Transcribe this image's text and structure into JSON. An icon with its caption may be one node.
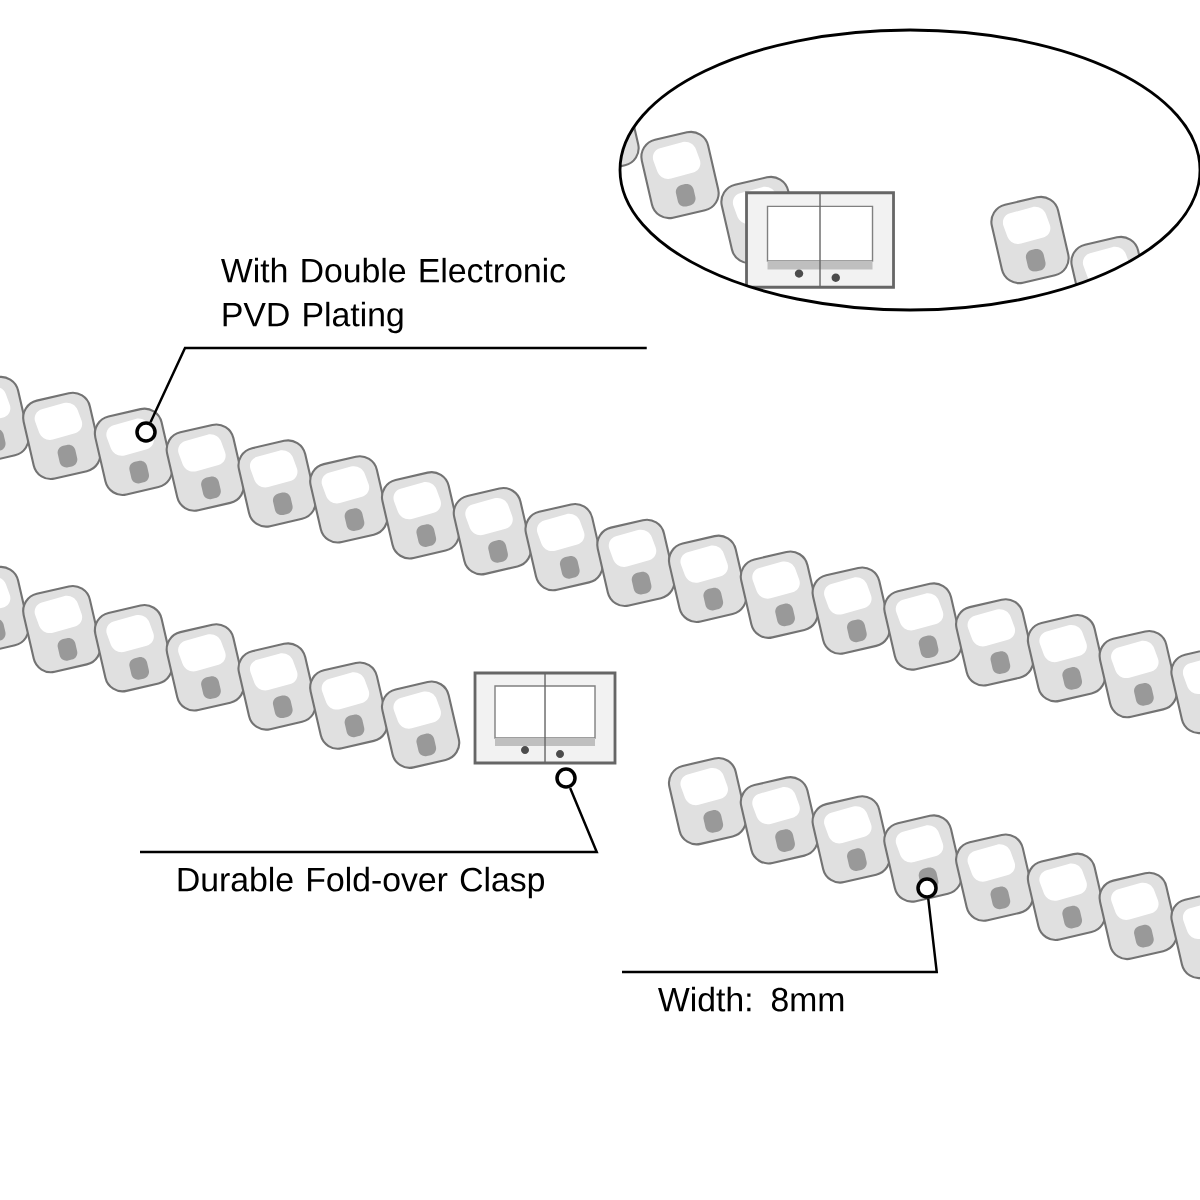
{
  "diagram": {
    "nodes": [
      {
        "text": [
          "With Double Electronic PVD Plating"
        ]
      },
      {
        "text": [],
        "shape": "circle"
      },
      {
        "text": [
          "Durable Fold-over Clasp"
        ]
      },
      {
        "text": [],
        "shape": "circle"
      },
      {
        "text": [
          "Width: 8mm"
        ]
      },
      {
        "text": [],
        "shape": "circle"
      }
    ],
    "edges": [
      {
        "from": 0,
        "to": 1,
        "arrow": "none"
      },
      {
        "from": 2,
        "to": 3,
        "arrow": "none"
      },
      {
        "from": 4,
        "to": 5,
        "arrow": "none"
      }
    ]
  }
}
